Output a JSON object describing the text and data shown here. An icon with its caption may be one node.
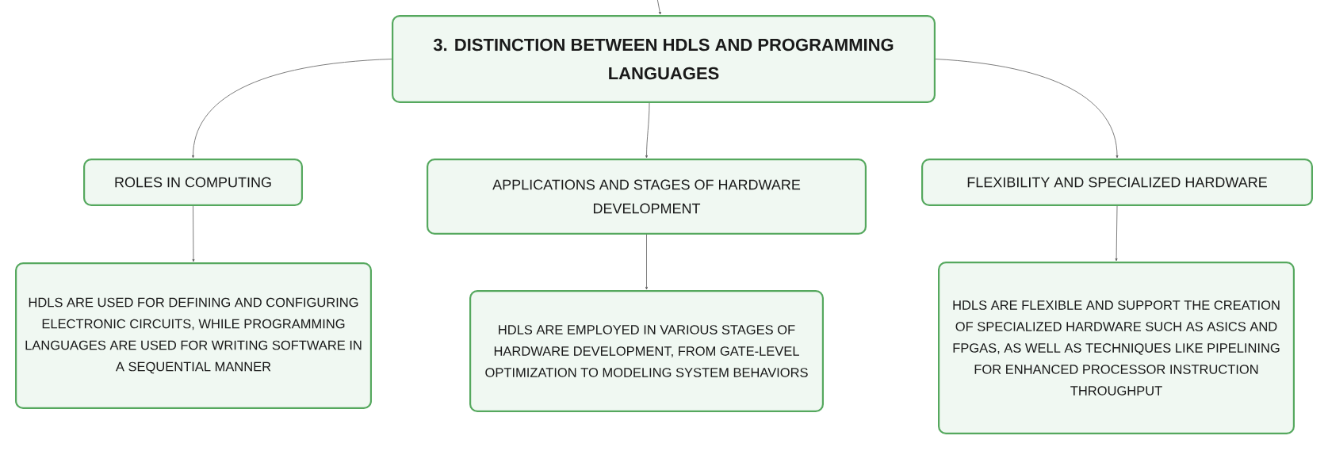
{
  "diagram": {
    "nodes": [
      {
        "text": [
          "3. DISTINCTION BETWEEN HDLS AND PROGRAMMING LANGUAGES"
        ]
      },
      {
        "text": [
          "ROLES IN COMPUTING"
        ]
      },
      {
        "text": [
          "APPLICATIONS AND STAGES OF HARDWARE DEVELOPMENT"
        ]
      },
      {
        "text": [
          "FLEXIBILITY AND SPECIALIZED HARDWARE"
        ]
      },
      {
        "text": [
          "HDLS ARE USED FOR DEFINING AND CONFIGURING ELECTRONIC CIRCUITS, WHILE PROGRAMMING LANGUAGES ARE USED FOR WRITING SOFTWARE IN A SEQUENTIAL MANNER"
        ]
      },
      {
        "text": [
          "HDLS ARE EMPLOYED IN VARIOUS STAGES OF HARDWARE DEVELOPMENT, FROM GATE-LEVEL OPTIMIZATION TO MODELING SYSTEM BEHAVIORS"
        ]
      },
      {
        "text": [
          "HDLS ARE FLEXIBLE AND SUPPORT THE CREATION OF SPECIALIZED HARDWARE SUCH AS ASICS AND FPGAS, AS WELL AS TECHNIQUES LIKE PIPELINING FOR ENHANCED PROCESSOR INSTRUCTION THROUGHPUT"
        ]
      }
    ],
    "edges": [
      {
        "from": null,
        "to": 0,
        "arrow": "to"
      },
      {
        "from": 0,
        "to": 1,
        "arrow": "to"
      },
      {
        "from": 0,
        "to": 2,
        "arrow": "to"
      },
      {
        "from": 0,
        "to": 3,
        "arrow": "to"
      },
      {
        "from": 1,
        "to": 4,
        "arrow": "to"
      },
      {
        "from": 2,
        "to": 5,
        "arrow": "to"
      },
      {
        "from": 3,
        "to": 6,
        "arrow": "to"
      }
    ]
  }
}
